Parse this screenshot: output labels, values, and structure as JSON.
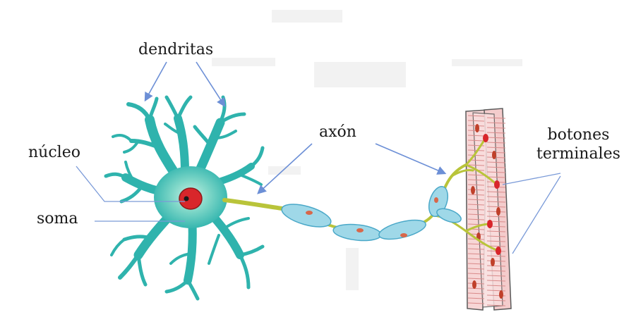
{
  "labels": {
    "dendritas": "dendritas",
    "axon": "axón",
    "nucleo": "núcleo",
    "soma": "soma",
    "botones_line1": "botones",
    "botones_line2": "terminales"
  },
  "colors": {
    "soma": "#2fb3ad",
    "soma_light": "#9fe3d6",
    "nucleus": "#d8262b",
    "nucleolus": "#1a1a1a",
    "axon": "#b9c43a",
    "myelin": "#9fd8e8",
    "myelin_edge": "#4aa8c8",
    "muscle_fill": "#f7d6d6",
    "muscle_stripe": "#d98a8a",
    "muscle_nucleus": "#c0402a",
    "arrow": "#6c8fd6",
    "pointer_line": "#7a9ad8",
    "text": "#1a1a1a"
  }
}
